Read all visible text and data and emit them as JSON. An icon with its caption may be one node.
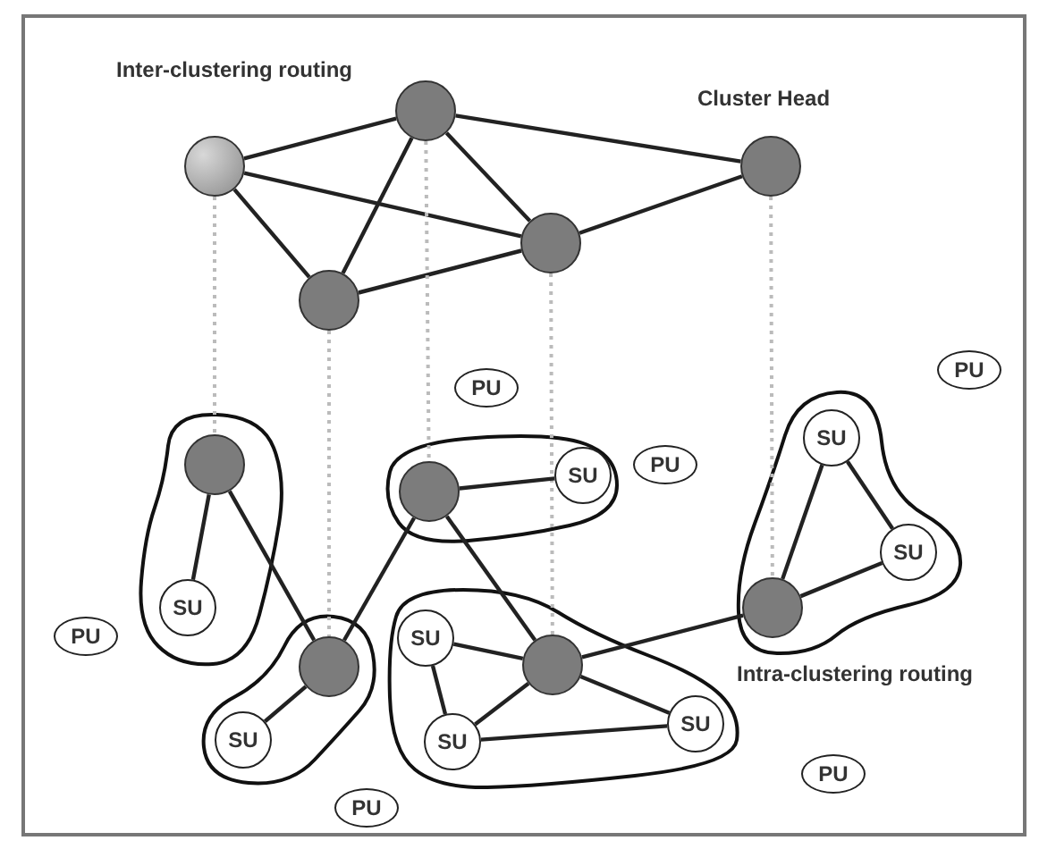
{
  "diagram": {
    "nodes": [
      {
        "text": [],
        "shape": "circle"
      },
      {
        "text": [],
        "shape": "circle"
      },
      {
        "text": [],
        "shape": "circle"
      },
      {
        "text": [],
        "shape": "circle"
      },
      {
        "text": [],
        "shape": "circle"
      },
      {
        "text": [
          "PU"
        ]
      },
      {
        "text": [
          "PU"
        ]
      },
      {
        "text": [],
        "shape": "cloud"
      },
      {
        "text": [],
        "shape": "circle",
        "in": 7
      },
      {
        "text": [
          "SU"
        ],
        "in": 7
      },
      {
        "text": [],
        "shape": "cloud"
      },
      {
        "text": [
          "SU"
        ],
        "in": 10
      },
      {
        "text": [
          "SU"
        ],
        "in": 10
      },
      {
        "text": [],
        "shape": "circle",
        "in": 10
      },
      {
        "text": [],
        "shape": "cloud"
      },
      {
        "text": [],
        "shape": "circle",
        "in": 14
      },
      {
        "text": [
          "SU"
        ],
        "in": 14
      },
      {
        "text": [
          "PU"
        ]
      },
      {
        "text": [
          "PU"
        ]
      },
      {
        "text": [],
        "shape": "cloud"
      },
      {
        "text": [],
        "shape": "circle",
        "in": 19
      },
      {
        "text": [
          "SU"
        ],
        "in": 19
      },
      {
        "text": [],
        "shape": "cloud"
      },
      {
        "text": [
          "SU"
        ],
        "in": 22
      },
      {
        "text": [],
        "shape": "circle",
        "in": 22
      },
      {
        "text": [
          "SU"
        ],
        "in": 22
      },
      {
        "text": [
          "SU"
        ],
        "in": 22
      },
      {
        "text": [
          "PU"
        ]
      },
      {
        "text": [
          "PU"
        ]
      }
    ],
    "edges": [
      {
        "from": 0,
        "to": 1,
        "arrow": "none"
      },
      {
        "from": 0,
        "to": 3,
        "arrow": "none"
      },
      {
        "from": 0,
        "to": 4,
        "arrow": "none"
      },
      {
        "from": 1,
        "to": 4,
        "arrow": "none"
      },
      {
        "from": 1,
        "to": 3,
        "arrow": "none"
      },
      {
        "from": 1,
        "to": 2,
        "arrow": "none"
      },
      {
        "from": 2,
        "to": 3,
        "arrow": "none"
      },
      {
        "from": 3,
        "to": 4,
        "arrow": "none"
      },
      {
        "from": 0,
        "to": 8,
        "arrow": "none",
        "style": "dashed",
        "color": "#bbbbbb"
      },
      {
        "from": 4,
        "to": 20,
        "arrow": "none",
        "style": "dashed",
        "color": "#bbbbbb"
      },
      {
        "from": 1,
        "to": 15,
        "arrow": "none",
        "style": "dashed",
        "color": "#bbbbbb"
      },
      {
        "from": 3,
        "to": 24,
        "arrow": "none",
        "style": "dashed",
        "color": "#bbbbbb"
      },
      {
        "from": 2,
        "to": 13,
        "arrow": "none",
        "style": "dashed",
        "color": "#bbbbbb"
      },
      {
        "from": 8,
        "to": 9,
        "arrow": "none"
      },
      {
        "from": 8,
        "to": 20,
        "arrow": "none"
      },
      {
        "from": 20,
        "to": 21,
        "arrow": "none"
      },
      {
        "from": 20,
        "to": 15,
        "arrow": "none"
      },
      {
        "from": 15,
        "to": 16,
        "arrow": "none"
      },
      {
        "from": 15,
        "to": 24,
        "arrow": "none"
      },
      {
        "from": 23,
        "to": 24,
        "arrow": "none"
      },
      {
        "from": 23,
        "to": 25,
        "arrow": "none"
      },
      {
        "from": 25,
        "to": 24,
        "arrow": "none"
      },
      {
        "from": 25,
        "to": 26,
        "arrow": "none"
      },
      {
        "from": 24,
        "to": 26,
        "arrow": "none"
      },
      {
        "from": 24,
        "to": 13,
        "arrow": "none"
      },
      {
        "from": 13,
        "to": 11,
        "arrow": "none"
      },
      {
        "from": 13,
        "to": 12,
        "arrow": "none"
      },
      {
        "from": 11,
        "to": 12,
        "arrow": "none"
      }
    ],
    "labels": [
      "Inter-clustering routing",
      "Cluster Head",
      "Intra-clustering routing"
    ]
  }
}
